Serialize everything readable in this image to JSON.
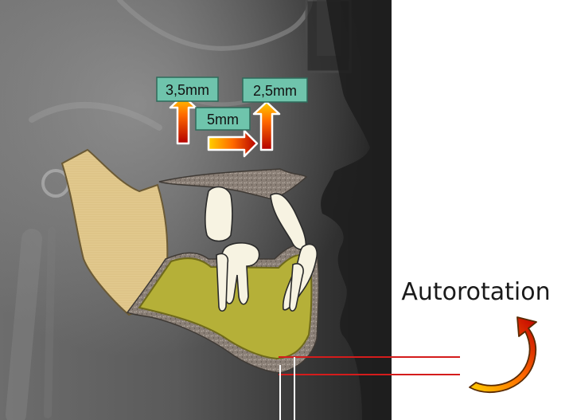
{
  "annotations": {
    "label_left": "3,5mm",
    "label_right": "2,5mm",
    "label_forward": "5mm"
  },
  "side_label": "Autorotation",
  "colors": {
    "label_box": "#6fc4ac",
    "arrow_light": "#ffd000",
    "arrow_dark": "#b30000",
    "guide_line": "#d41c1c",
    "ramus": "#e2c98e",
    "mandible_body": "#b5b038",
    "cortical": "#8a7f76"
  }
}
